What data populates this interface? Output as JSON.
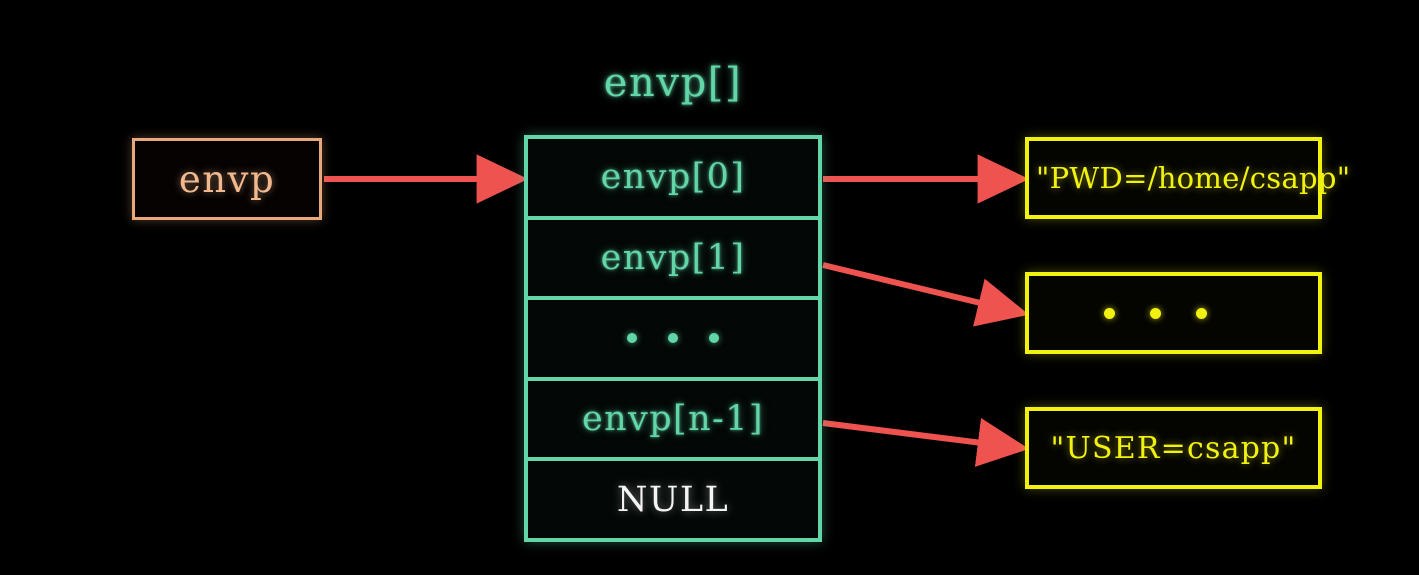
{
  "diagram": {
    "title": "envp[] environment variable array diagram",
    "background_color": "#000000",
    "colors": {
      "array_teal": "#62d6a8",
      "pointer_orange": "#e8a87c",
      "string_yellow": "#f2f211",
      "arrow_red": "#ef5350",
      "null_white": "#f4f4f4"
    }
  },
  "array_title": "envp[]",
  "pointer_box": {
    "label": "envp"
  },
  "array_cells": [
    {
      "label": "envp[0]",
      "kind": "text",
      "color": "#62d6a8"
    },
    {
      "label": "envp[1]",
      "kind": "text",
      "color": "#62d6a8"
    },
    {
      "label": "...",
      "kind": "ellipsis",
      "color": "#62d6a8"
    },
    {
      "label": "envp[n-1]",
      "kind": "text",
      "color": "#62d6a8"
    },
    {
      "label": "NULL",
      "kind": "text",
      "color": "#f4f4f4"
    }
  ],
  "string_boxes": [
    {
      "label": "\"PWD=/home/csapp\"",
      "kind": "text",
      "color": "#f2f211"
    },
    {
      "label": "...",
      "kind": "ellipsis",
      "color": "#f2f211"
    },
    {
      "label": "\"USER=csapp\"",
      "kind": "text",
      "color": "#f2f211"
    }
  ],
  "arrows": [
    {
      "name": "envp-to-array",
      "from": "envp",
      "to": "envp[0] cell"
    },
    {
      "name": "envp0-to-pwd-string",
      "from": "envp[0]",
      "to": "\"PWD=/home/csapp\""
    },
    {
      "name": "envp1-to-ellipsis",
      "from": "envp[1]",
      "to": "..."
    },
    {
      "name": "envpn1-to-user-string",
      "from": "envp[n-1]",
      "to": "\"USER=csapp\""
    }
  ]
}
